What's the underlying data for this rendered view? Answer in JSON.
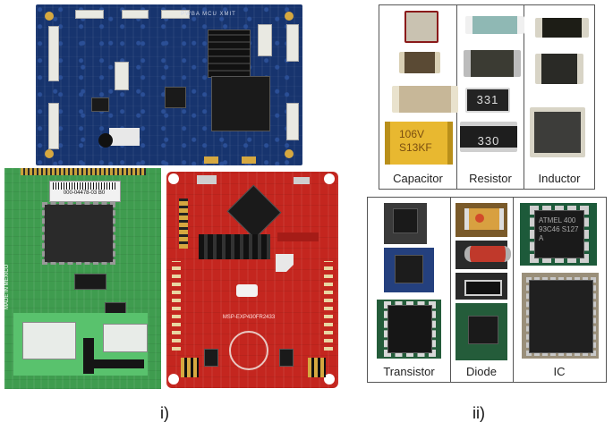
{
  "left_figure": {
    "caption": "i)",
    "blue_board_silkscreen": "PWBA MCU XMIT",
    "green_board_sticker": "000-04478-03 B0",
    "green_board_side_text": "MADE IN MEXICO",
    "red_board_silkscreen": "MSP-EXP430FR2433"
  },
  "right_figure": {
    "caption": "ii)",
    "top_panel": {
      "categories": [
        {
          "label": "Capacitor",
          "marking": "106V S13KF"
        },
        {
          "label": "Resistor",
          "markings": [
            "331",
            "330"
          ]
        },
        {
          "label": "Inductor"
        }
      ]
    },
    "bottom_panel": {
      "categories": [
        {
          "label": "Transistor"
        },
        {
          "label": "Diode"
        },
        {
          "label": "IC",
          "marking": "ATMEL 400 93C46 S127 A"
        }
      ]
    }
  },
  "colors": {
    "blue_pcb": "#17346e",
    "green_pcb": "#3f9c4f",
    "red_pcb": "#c4261f",
    "tantalum_yellow": "#e8b830"
  }
}
